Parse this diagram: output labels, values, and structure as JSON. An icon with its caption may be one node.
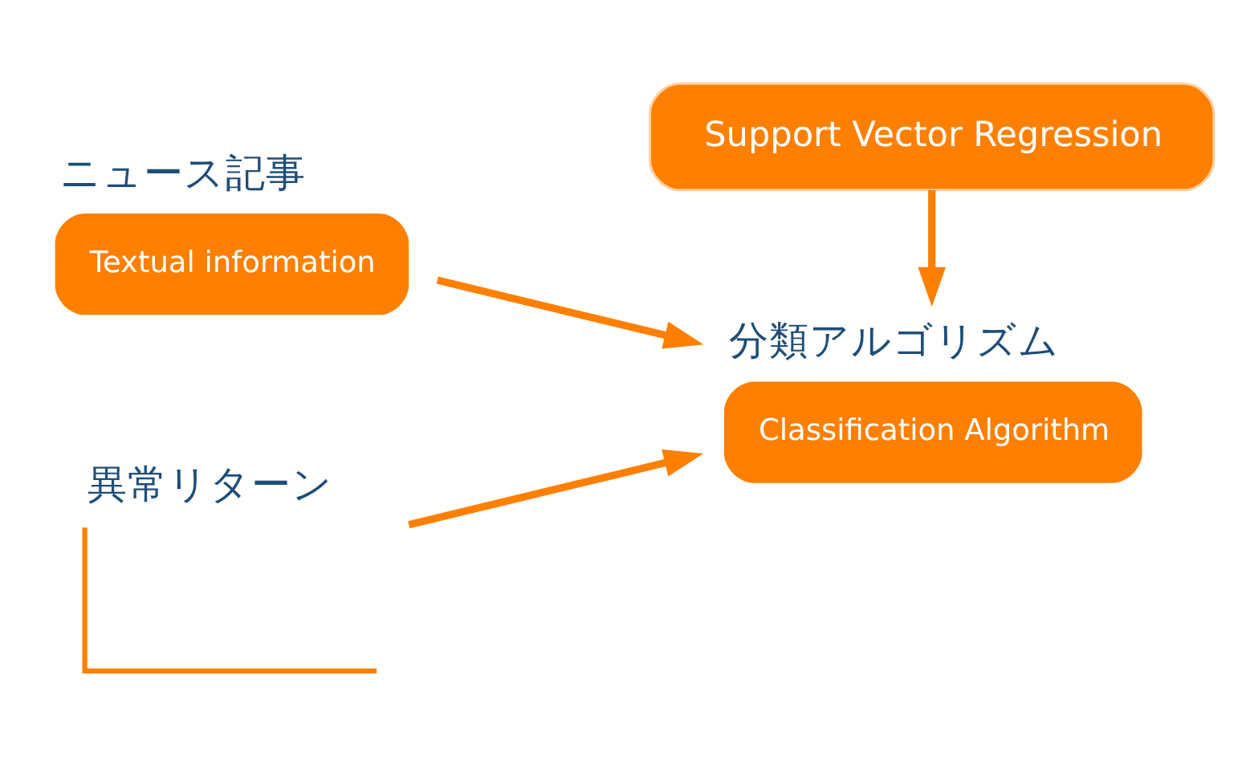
{
  "diagram": {
    "nodes": [
      {
        "text": [
          "ニュース記事",
          "Textual information"
        ]
      },
      {
        "text": [
          "異常リターン"
        ]
      },
      {
        "text": [
          "分類アルゴリズム",
          "Classification Algorithm"
        ]
      },
      {
        "text": [
          "Support Vector Regression"
        ]
      }
    ],
    "edges": [
      {
        "from": 0,
        "to": 2,
        "arrow": "to"
      },
      {
        "from": 1,
        "to": 2,
        "arrow": "to"
      },
      {
        "from": 3,
        "to": 2,
        "arrow": "to"
      }
    ]
  }
}
